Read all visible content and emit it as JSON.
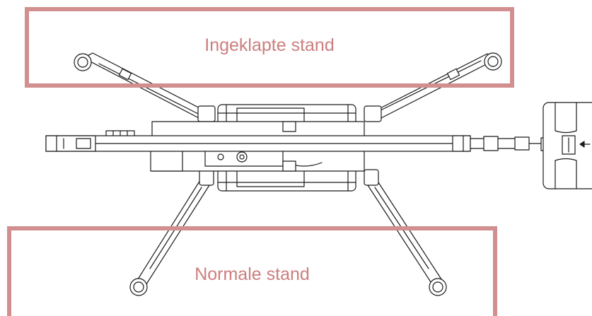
{
  "labels": {
    "folded_position": "Ingeklapte stand",
    "normal_position": "Normale stand"
  },
  "colors": {
    "label_frame": "#d28f8f",
    "label_text": "#cc7e7e",
    "drawing_line": "#1a1a1a"
  },
  "icons": {
    "machine": "spider-lift-top-view-drawing",
    "outrigger_foot": "outrigger-foot-pad-icon",
    "basket_arrow": "direction-arrow-icon"
  }
}
